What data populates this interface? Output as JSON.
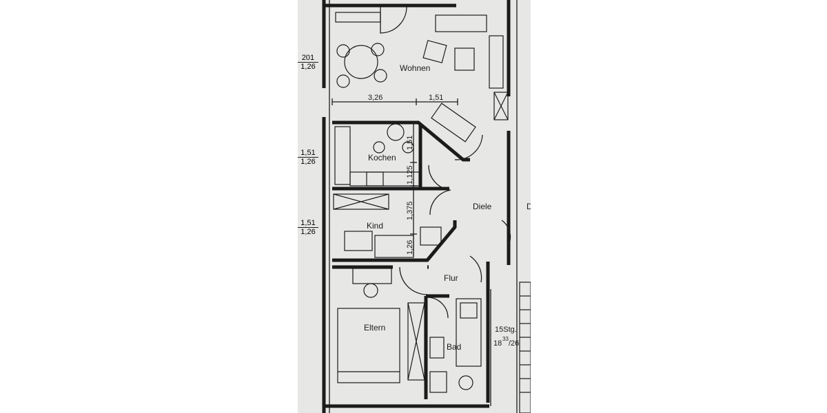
{
  "rooms": {
    "wohnen": "Wohnen",
    "kochen": "Kochen",
    "kind": "Kind",
    "diele": "Diele",
    "flur": "Flur",
    "eltern": "Eltern",
    "bad": "Bad",
    "neighbor_partial": "D"
  },
  "dimensions": {
    "wohnen_width_left": "3,26",
    "wohnen_width_right": "1,51",
    "kochen_upper": "1,51",
    "kochen_lower": "1,125",
    "kind_upper": "1,375",
    "kind_lower": "1,26"
  },
  "window_labels": {
    "w1_top": "201",
    "w1_bottom": "1,26",
    "w2_top": "1,51",
    "w2_bottom": "1,26",
    "w3_top": "1,51",
    "w3_bottom": "1,26"
  },
  "stairs": {
    "label": "15Stg.",
    "ratio_left": "18",
    "ratio_sup": "33",
    "ratio_right": "/26"
  }
}
